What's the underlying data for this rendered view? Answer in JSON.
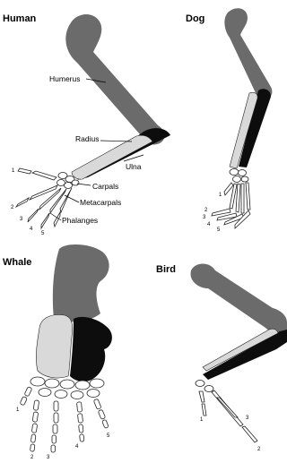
{
  "panels": {
    "human": {
      "title": "Human"
    },
    "dog": {
      "title": "Dog"
    },
    "whale": {
      "title": "Whale"
    },
    "bird": {
      "title": "Bird"
    }
  },
  "labels": {
    "humerus": "Humerus",
    "radius": "Radius",
    "ulna": "Ulna",
    "carpals": "Carpals",
    "metacarpals": "Metacarpals",
    "phalanges": "Phalanges"
  },
  "digits": {
    "human": [
      "1",
      "2",
      "3",
      "4",
      "5"
    ],
    "dog": [
      "1",
      "2",
      "3",
      "4",
      "5"
    ],
    "whale": [
      "1",
      "2",
      "3",
      "4",
      "5"
    ],
    "bird": [
      "1",
      "2",
      "3"
    ]
  },
  "colors": {
    "humerus": "#6b6b6b",
    "radius": "#d9d9d9",
    "ulna": "#0d0d0d",
    "hand_bones": "#ffffff"
  }
}
